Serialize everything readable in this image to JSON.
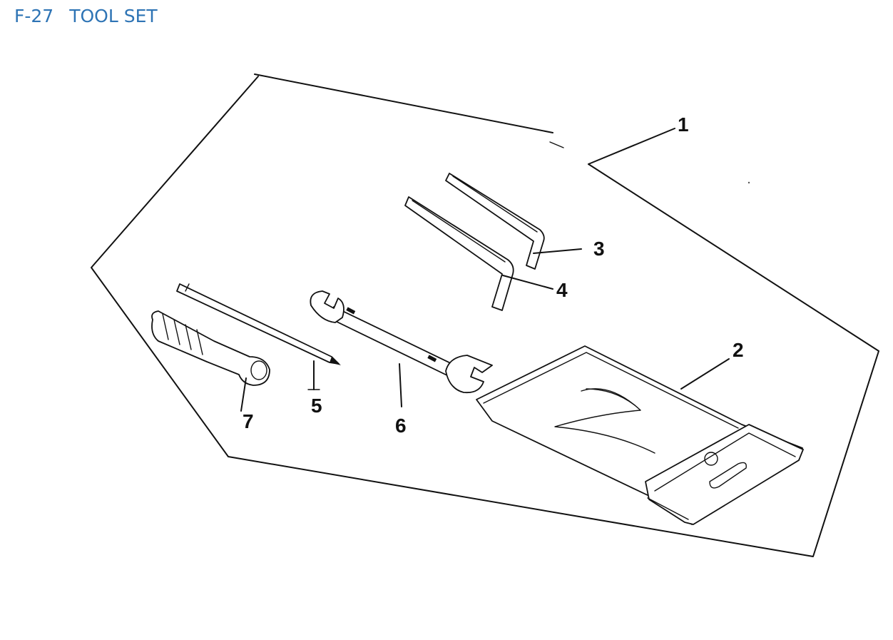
{
  "header": {
    "code": "F-27",
    "title": "TOOL SET"
  },
  "callouts": {
    "c1": "1",
    "c2": "2",
    "c3": "3",
    "c4": "4",
    "c5": "5",
    "c6": "6",
    "c7": "7"
  },
  "colors": {
    "title": "#2e74b5",
    "line": "#111111"
  }
}
